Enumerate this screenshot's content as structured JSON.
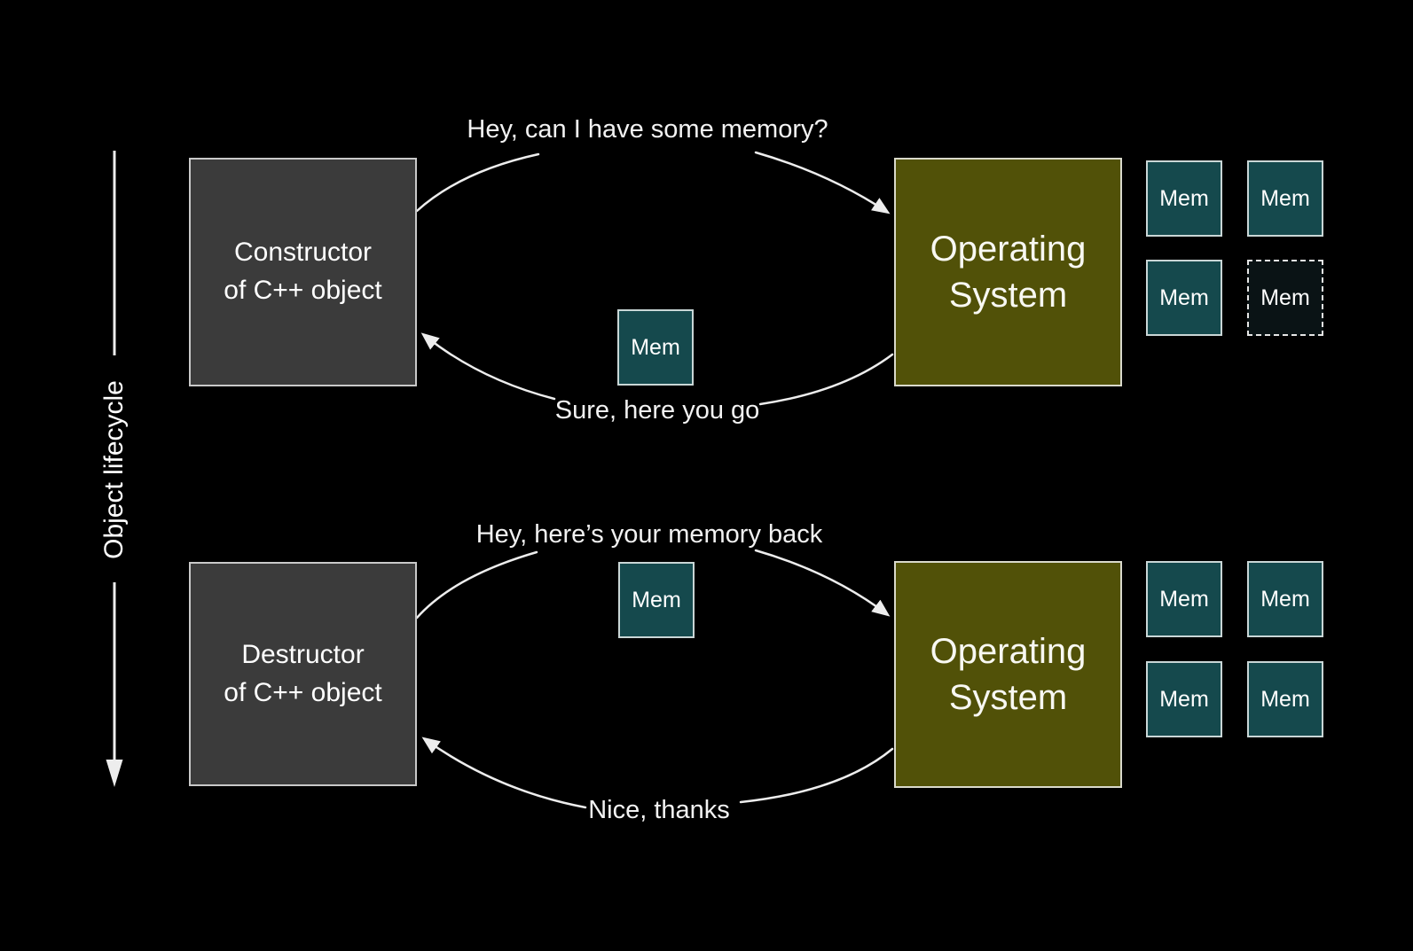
{
  "lifecycle_axis": {
    "label": "Object lifecycle"
  },
  "allocation": {
    "requester_box": {
      "line1": "Constructor",
      "line2": "of C++ object"
    },
    "os_box": {
      "line1": "Operating",
      "line2": "System"
    },
    "request_message": "Hey, can I have some memory?",
    "response_message": "Sure, here you go",
    "transfer_mem": {
      "label": "Mem"
    },
    "mem_grid": [
      {
        "label": "Mem",
        "variant": "solid"
      },
      {
        "label": "Mem",
        "variant": "solid"
      },
      {
        "label": "Mem",
        "variant": "solid"
      },
      {
        "label": "Mem",
        "variant": "dashed"
      }
    ]
  },
  "deallocation": {
    "requester_box": {
      "line1": "Destructor",
      "line2": "of C++ object"
    },
    "os_box": {
      "line1": "Operating",
      "line2": "System"
    },
    "request_message": "Hey, here’s your memory back",
    "response_message": "Nice, thanks",
    "transfer_mem": {
      "label": "Mem"
    },
    "mem_grid": [
      {
        "label": "Mem",
        "variant": "solid"
      },
      {
        "label": "Mem",
        "variant": "solid"
      },
      {
        "label": "Mem",
        "variant": "solid"
      },
      {
        "label": "Mem",
        "variant": "solid"
      }
    ]
  },
  "colors": {
    "background": "#000000",
    "object_box": "#3b3b3b",
    "os_box": "#515108",
    "mem_box": "#15494d",
    "mem_box_released": "#0a1315",
    "connector": "#ededed",
    "text": "#ffffff"
  }
}
